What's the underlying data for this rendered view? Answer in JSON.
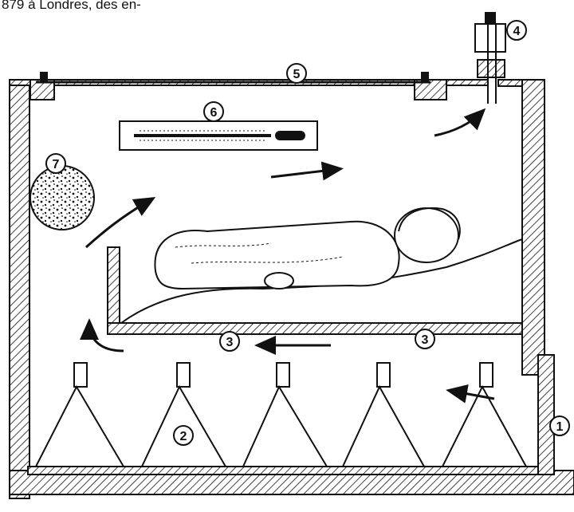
{
  "caption": "879 à Londres, des en-",
  "callouts": [
    {
      "id": "thermometer",
      "label": "6"
    },
    {
      "id": "lid-glass",
      "label": "5"
    },
    {
      "id": "outlet-valve",
      "label": "4"
    },
    {
      "id": "sponge",
      "label": "7"
    },
    {
      "id": "tray-left",
      "label": "3"
    },
    {
      "id": "tray-right",
      "label": "3"
    },
    {
      "id": "bottle",
      "label": "2"
    },
    {
      "id": "inlet",
      "label": "1"
    }
  ]
}
